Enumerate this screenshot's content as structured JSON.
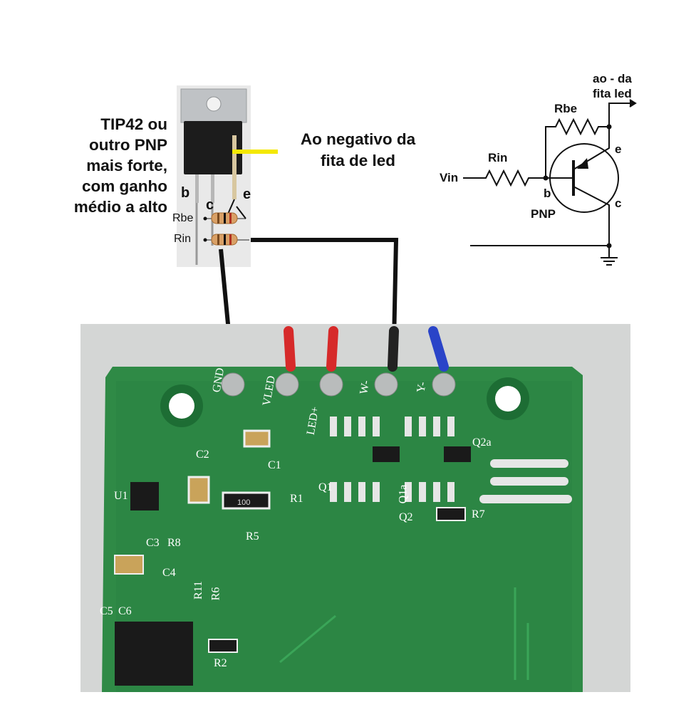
{
  "transistor_note": [
    "TIP42 ou",
    "outro PNP",
    "mais forte,",
    "com ganho",
    "médio a alto"
  ],
  "negative_note": [
    "Ao negativo da",
    "fita de led"
  ],
  "photo_pins": {
    "b": "b",
    "c": "c",
    "e": "e"
  },
  "photo_resistors": {
    "rbe": "Rbe",
    "rin": "Rin"
  },
  "schematic": {
    "output_label": [
      "ao - da",
      "fita led"
    ],
    "rbe": "Rbe",
    "rin": "Rin",
    "vin": "Vin",
    "b": "b",
    "e": "e",
    "c": "c",
    "type": "PNP"
  },
  "pcb_labels": {
    "gnd": "GND",
    "vled": "VLED",
    "ledplus": "LED+",
    "wminus": "W-",
    "yminus": "Y-",
    "u1": "U1",
    "c2": "C2",
    "c1": "C1",
    "r1": "R1",
    "r5": "R5",
    "r7": "R7",
    "q1": "Q1",
    "q1a": "Q1a",
    "q2": "Q2",
    "q2a": "Q2a",
    "r8": "R8",
    "c3": "C3",
    "c4": "C4",
    "r11": "R11",
    "r6": "R6",
    "c5": "C5",
    "c6": "C6",
    "r2": "R2",
    "r1_code": "100"
  },
  "colors": {
    "pcb_green": "#2f8a46",
    "yellow_pointer": "#f4e800",
    "wire_red": "#d62a2a",
    "wire_blue": "#2a44c8",
    "resistor_body": "#d9a066"
  }
}
